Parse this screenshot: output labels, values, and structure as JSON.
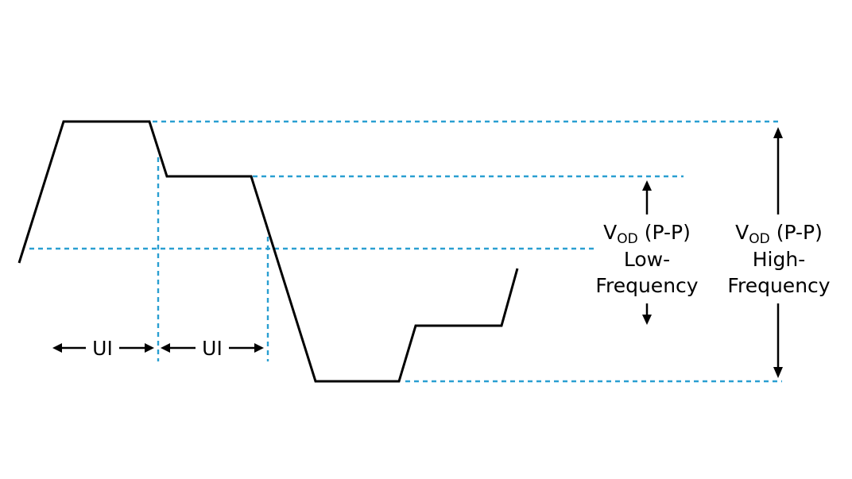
{
  "colors": {
    "waveform": "#000000",
    "reference_lines": "#2a9fd1",
    "background": "#ffffff"
  },
  "ui_intervals": [
    {
      "label": "UI"
    },
    {
      "label": "UI"
    }
  ],
  "vod_low": {
    "symbol": "V",
    "subscript": "OD",
    "suffix": " (P-P)",
    "line2": "Low-",
    "line3": "Frequency"
  },
  "vod_high": {
    "symbol": "V",
    "subscript": "OD",
    "suffix": " (P-P)",
    "line2": "High-",
    "line3": "Frequency"
  }
}
